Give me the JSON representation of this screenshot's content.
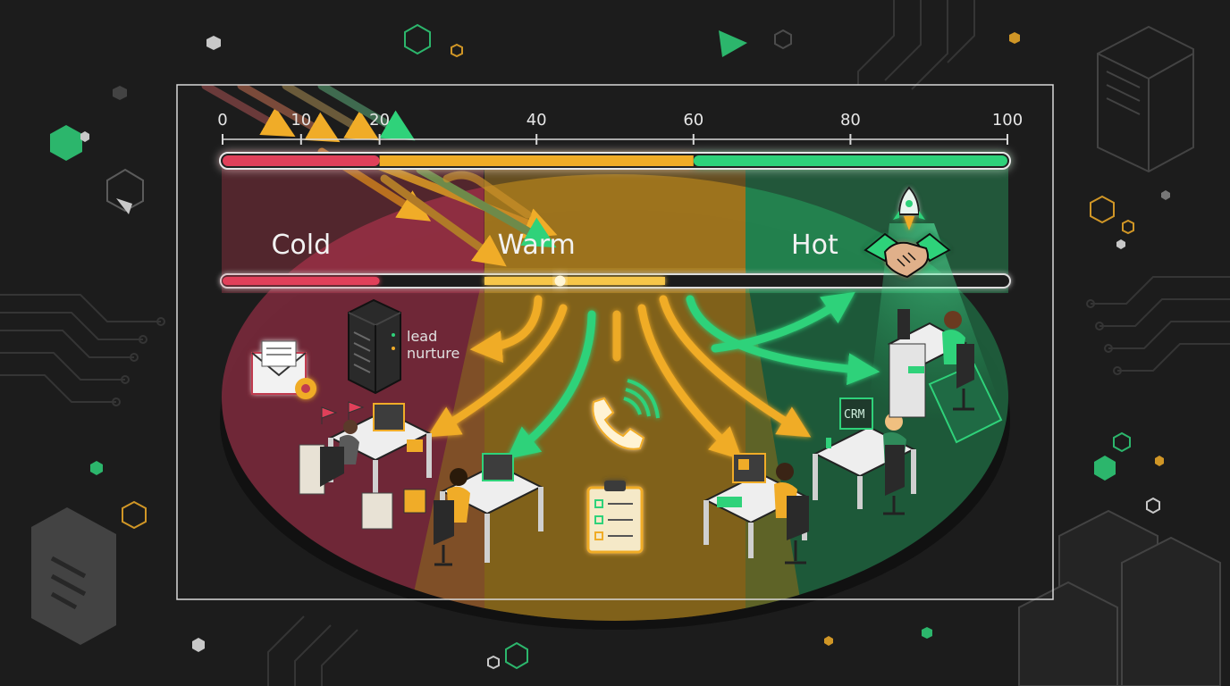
{
  "scale": {
    "min": 0,
    "max": 100,
    "ticks": [
      {
        "value": 0,
        "label": "0"
      },
      {
        "value": 10,
        "label": "10"
      },
      {
        "value": 20,
        "label": "20"
      },
      {
        "value": 40,
        "label": "40"
      },
      {
        "value": 60,
        "label": "60"
      },
      {
        "value": 80,
        "label": "80"
      },
      {
        "value": 100,
        "label": "100"
      }
    ],
    "progress_value": 43
  },
  "zones": [
    {
      "id": "cold",
      "label": "Cold",
      "from": 0,
      "to": 20,
      "color": "#e0405a"
    },
    {
      "id": "warm",
      "label": "Warm",
      "from": 20,
      "to": 60,
      "color": "#f0ac28"
    },
    {
      "id": "hot",
      "label": "Hot",
      "from": 60,
      "to": 100,
      "color": "#2fd27a"
    }
  ],
  "labels": {
    "lead_nurture_line1": "lead",
    "lead_nurture_line2": "nurture",
    "crm": "CRM"
  },
  "icons": {
    "envelope": "envelope-gear-icon",
    "server": "server-rack-icon",
    "phone": "phone-ringing-icon",
    "checklist": "clipboard-checklist-icon",
    "handshake": "handshake-icon",
    "rocket": "rocket-icon"
  },
  "colors": {
    "background": "#1c1c1c",
    "cold": "#e0405a",
    "warm": "#f0ac28",
    "hot": "#2fd27a",
    "frame": "#d8d8d8"
  }
}
